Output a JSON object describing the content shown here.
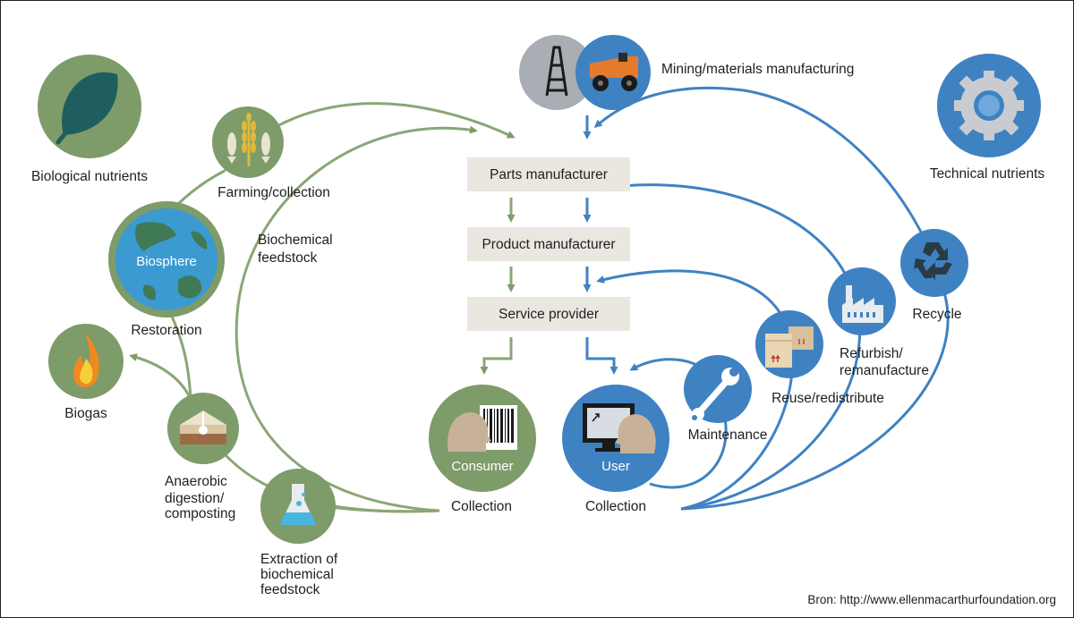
{
  "colors": {
    "biological": "#7e9b6a",
    "biological_light": "#8aa677",
    "technical": "#3f82c2",
    "box": "#e9e7df",
    "text": "#1f1f1f"
  },
  "labels": {
    "biological_nutrients": "Biological nutrients",
    "technical_nutrients": "Technical nutrients",
    "mining": "Mining/materials manufacturing",
    "farming": "Farming/collection",
    "biochemical_feedstock": [
      "Biochemical",
      "feedstock"
    ],
    "biosphere": "Biosphere",
    "restoration": "Restoration",
    "biogas": "Biogas",
    "anaerobic": [
      "Anaerobic",
      "digestion/",
      "composting"
    ],
    "extraction": [
      "Extraction of",
      "biochemical",
      "feedstock"
    ],
    "parts_manufacturer": "Parts manufacturer",
    "product_manufacturer": "Product manufacturer",
    "service_provider": "Service provider",
    "consumer": "Consumer",
    "user": "User",
    "collection_bio": "Collection",
    "collection_tech": "Collection",
    "maintenance": "Maintenance",
    "reuse": "Reuse/redistribute",
    "refurbish": [
      "Refurbish/",
      "remanufacture"
    ],
    "recycle": "Recycle",
    "source": "Bron: http://www.ellenmacarthurfoundation.org"
  },
  "icons": [
    "leaf-icon",
    "gear-icon",
    "oil-derrick-icon",
    "mining-truck-icon",
    "fish-wheat-icon",
    "globe-icon",
    "flame-icon",
    "compost-icon",
    "flask-icon",
    "barcode-person-icon",
    "computer-person-icon",
    "wrench-icon",
    "boxes-icon",
    "factory-icon",
    "recycle-icon"
  ]
}
